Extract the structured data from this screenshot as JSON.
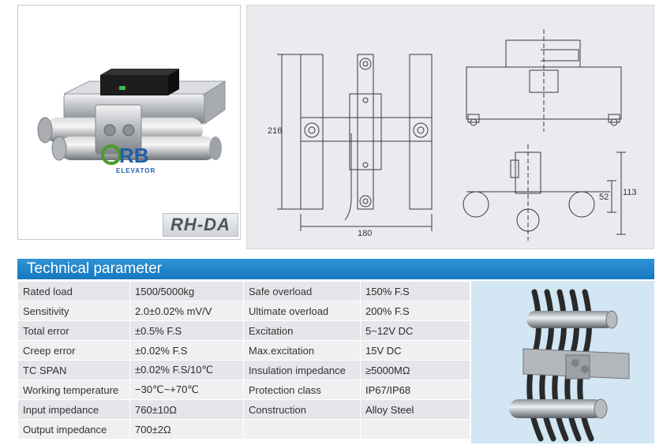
{
  "product": {
    "model": "RH-DA",
    "brand_logo": {
      "text": "RB",
      "tagline": "ELEVATOR",
      "logo_green": "#4c9a2a",
      "logo_blue": "#1f5fa8"
    }
  },
  "drawing": {
    "dim_height": "216",
    "dim_width": "180",
    "dim_small": "52",
    "dim_total": "113"
  },
  "section": {
    "title": "Technical parameter",
    "accent_color": "#1a7ec6"
  },
  "specs": {
    "rows": [
      {
        "k1": "Rated load",
        "v1": "1500/5000kg",
        "k2": "Safe overload",
        "v2": "150% F.S"
      },
      {
        "k1": "Sensitivity",
        "v1": "2.0±0.02% mV/V",
        "k2": "Ultimate overload",
        "v2": "200% F.S"
      },
      {
        "k1": "Total error",
        "v1": "±0.5% F.S",
        "k2": "Excitation",
        "v2": "5~12V DC"
      },
      {
        "k1": "Creep error",
        "v1": "±0.02% F.S",
        "k2": "Max.excitation",
        "v2": "15V DC"
      },
      {
        "k1": "TC SPAN",
        "v1": "±0.02% F.S/10℃",
        "k2": "Insulation impedance",
        "v2": "≥5000MΩ"
      },
      {
        "k1": "Working temperature",
        "v1": "−30℃~+70℃",
        "k2": "Protection class",
        "v2": "IP67/IP68"
      },
      {
        "k1": "Input impedance",
        "v1": "760±10Ω",
        "k2": "Construction",
        "v2": "Alloy Steel"
      },
      {
        "k1": "Output impedance",
        "v1": "700±2Ω",
        "k2": "",
        "v2": ""
      }
    ]
  }
}
